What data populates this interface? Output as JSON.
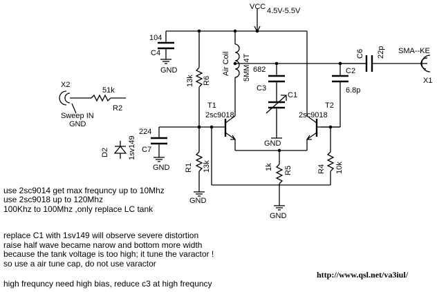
{
  "power": {
    "vcc_label": "VCC",
    "vcc_range": "4.5V-5.5V"
  },
  "components": {
    "c4_value": "104",
    "c4_ref": "C4",
    "r6_value": "13k",
    "r6_ref": "R6",
    "coil_label": "Air Coil",
    "coil_spec": "5MM,4T",
    "c3_value": "682",
    "c3_ref": "C3",
    "c1_ref": "C1",
    "c6_ref": "C6",
    "c6_value": "22p",
    "c2_ref": "C2",
    "c2_value": "6.8p",
    "t1_ref": "T1",
    "t1_type": "2sc9018",
    "t2_ref": "T2",
    "t2_type": "2sc9018",
    "c7_value": "224",
    "c7_ref": "C7",
    "d2_ref": "D2",
    "d2_type": "1sv149",
    "r1_ref": "R1",
    "r1_value": "13k",
    "r5_value": "1k",
    "r5_ref": "R5",
    "r4_ref": "R4",
    "r4_value": "10k",
    "r2_value": "51k",
    "r2_ref": "R2"
  },
  "ports": {
    "x2_ref": "X2",
    "sweep_in": "Sweep IN",
    "output": "SMA--KE",
    "x1_ref": "X1"
  },
  "ground_label": "GND",
  "notes": [
    "use 2sc9014 get max frequncy up to 10Mhz",
    "use 2sc9018 up to 120Mhz",
    "100Khz to 100Mhz ,only replace LC tank",
    "replace C1 with 1sv149 will observe severe distortion",
    "raise half wave became narow and bottom more width",
    "because the tank voltage is too high; it tune the varactor !",
    "so use a air tune cap, do not use varactor",
    "high frequncy need high bias, reduce c3 at high frequncy"
  ],
  "url": "http://www.qsl.net/va3iul/"
}
